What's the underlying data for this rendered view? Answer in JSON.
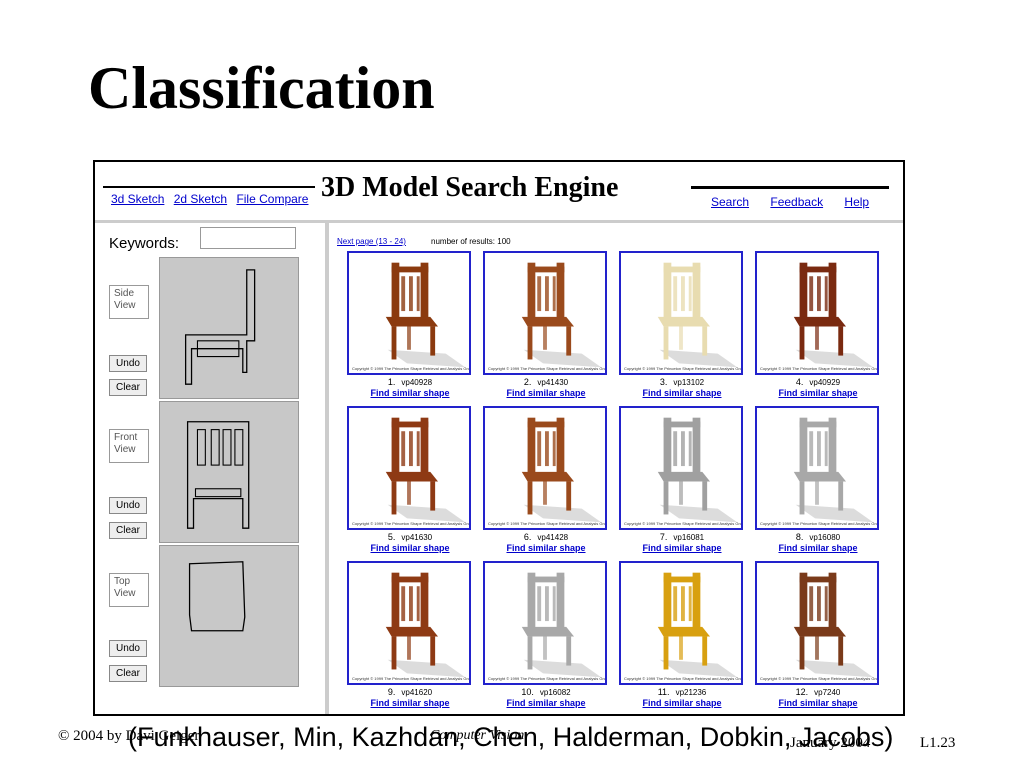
{
  "slide": {
    "title": "Classification",
    "citation": "(Funkhauser, Min, Kazhdan, Chen, Halderman, Dobkin, Jacobs)",
    "footer_left": "© 2004 by Davi Geiger",
    "footer_middle": "Computer Vision",
    "footer_date": "January 2004",
    "footer_page": "L1.23"
  },
  "engine": {
    "title": "3D Model Search Engine",
    "nav_left": [
      "3d Sketch",
      "2d Sketch",
      "File Compare"
    ],
    "nav_right": [
      "Search",
      "Feedback",
      "Help"
    ],
    "keywords_label": "Keywords:",
    "keywords_value": "",
    "views": [
      {
        "label_line1": "Side",
        "label_line2": "View",
        "undo": "Undo",
        "clear": "Clear"
      },
      {
        "label_line1": "Front",
        "label_line2": "View",
        "undo": "Undo",
        "clear": "Clear"
      },
      {
        "label_line1": "Top",
        "label_line2": "View",
        "undo": "Undo",
        "clear": "Clear"
      }
    ],
    "next_page": "Next page (13 - 24)",
    "result_count": "number of results: 100",
    "copyright": "Copyright © 1999 The Princeton Shape Retrieval and Analysis Group",
    "find_similar": "Find similar shape",
    "results": [
      {
        "num": "1.",
        "id": "vp40928",
        "color": "#8b3a0f"
      },
      {
        "num": "2.",
        "id": "vp41430",
        "color": "#9a4a1c"
      },
      {
        "num": "3.",
        "id": "vp13102",
        "color": "#e8dcb0"
      },
      {
        "num": "4.",
        "id": "vp40929",
        "color": "#7a2a10"
      },
      {
        "num": "5.",
        "id": "vp41630",
        "color": "#8e3a14"
      },
      {
        "num": "6.",
        "id": "vp41428",
        "color": "#9a4a1c"
      },
      {
        "num": "7.",
        "id": "vp16081",
        "color": "#a0a0a0"
      },
      {
        "num": "8.",
        "id": "vp16080",
        "color": "#a8a8a8"
      },
      {
        "num": "9.",
        "id": "vp41620",
        "color": "#8e3a14"
      },
      {
        "num": "10.",
        "id": "vp16082",
        "color": "#a8a8a8"
      },
      {
        "num": "11.",
        "id": "vp21236",
        "color": "#d8a010"
      },
      {
        "num": "12.",
        "id": "vp7240",
        "color": "#7a3a1a"
      }
    ]
  }
}
